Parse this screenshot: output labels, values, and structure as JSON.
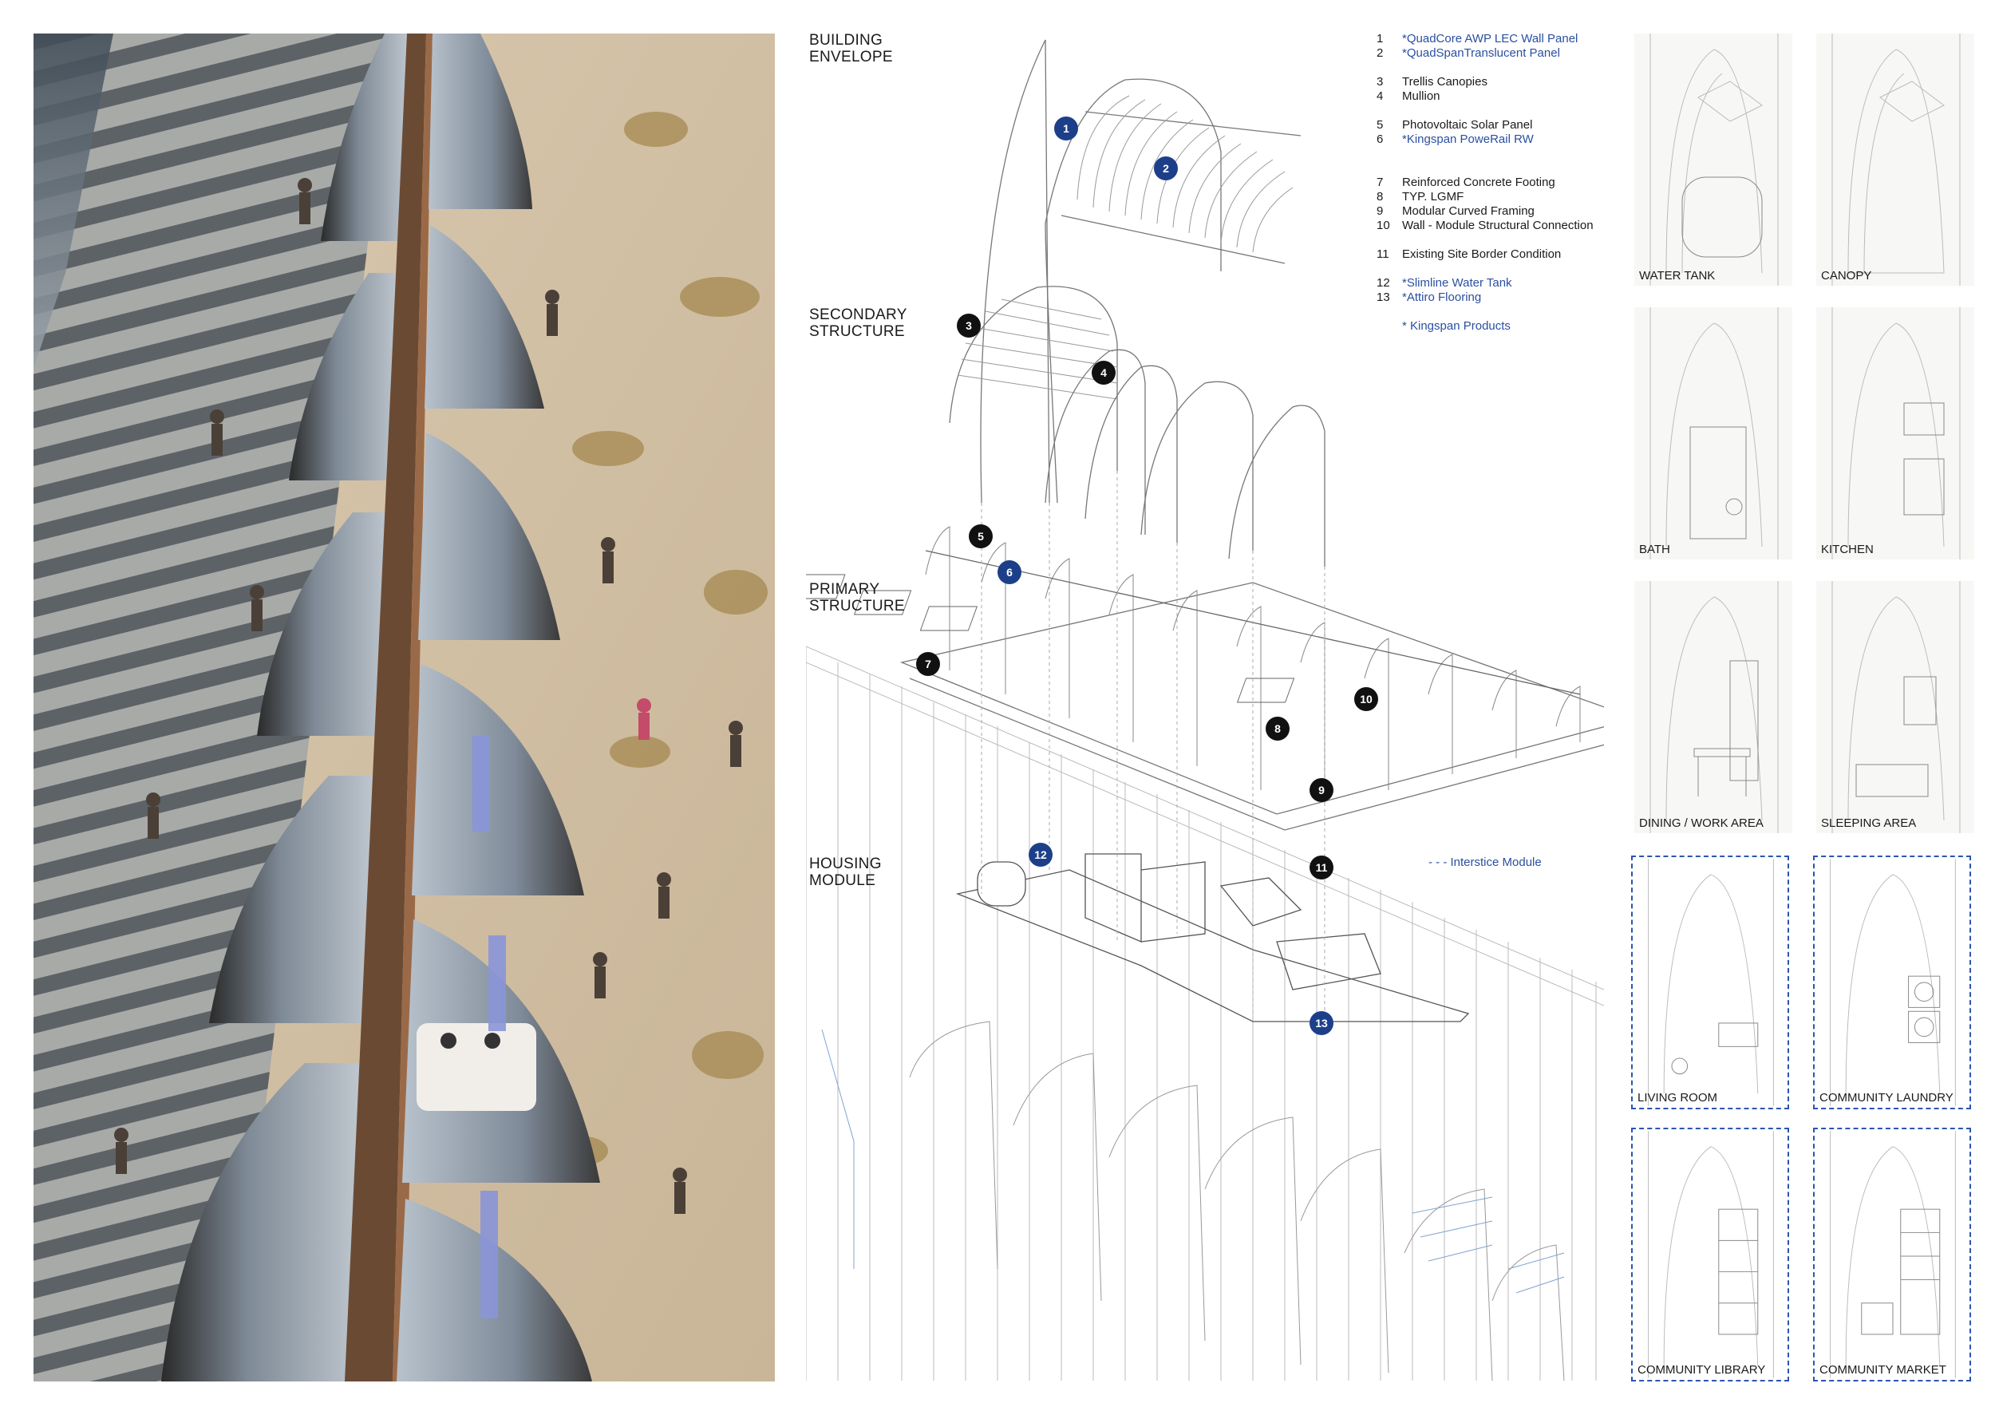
{
  "sections": {
    "building_envelope": "BUILDING\nENVELOPE",
    "secondary_structure": "SECONDARY\nSTRUCTURE",
    "primary_structure": "PRIMARY\nSTRUCTURE",
    "housing_module": "HOUSING\nMODULE"
  },
  "badges": [
    "1",
    "2",
    "3",
    "4",
    "5",
    "6",
    "7",
    "8",
    "9",
    "10",
    "11",
    "12",
    "13"
  ],
  "legend": [
    {
      "num": "1",
      "label": "*QuadCore AWP LEC Wall Panel",
      "kingspan": true
    },
    {
      "num": "2",
      "label": "*QuadSpanTranslucent Panel",
      "kingspan": true
    },
    {
      "num": "3",
      "label": "Trellis Canopies",
      "kingspan": false
    },
    {
      "num": "4",
      "label": "Mullion",
      "kingspan": false
    },
    {
      "num": "5",
      "label": "Photovoltaic Solar Panel",
      "kingspan": false
    },
    {
      "num": "6",
      "label": "*Kingspan PoweRail RW",
      "kingspan": true
    },
    {
      "num": "7",
      "label": "Reinforced Concrete Footing",
      "kingspan": false
    },
    {
      "num": "8",
      "label": "TYP. LGMF",
      "kingspan": false
    },
    {
      "num": "9",
      "label": "Modular Curved Framing",
      "kingspan": false
    },
    {
      "num": "10",
      "label": "Wall - Module Structural Connection",
      "kingspan": false
    },
    {
      "num": "11",
      "label": "Existing Site Border Condition",
      "kingspan": false
    },
    {
      "num": "12",
      "label": "*Slimline Water Tank",
      "kingspan": true
    },
    {
      "num": "13",
      "label": "*Attiro Flooring",
      "kingspan": true
    }
  ],
  "legend_note": "* Kingspan Products",
  "interstice_label": "- - - Interstice Module",
  "thumbnails": [
    {
      "caption": "WATER TANK",
      "dashed": false
    },
    {
      "caption": "CANOPY",
      "dashed": false
    },
    {
      "caption": "BATH",
      "dashed": false
    },
    {
      "caption": "KITCHEN",
      "dashed": false
    },
    {
      "caption": "DINING / WORK AREA",
      "dashed": false
    },
    {
      "caption": "SLEEPING AREA",
      "dashed": false
    },
    {
      "caption": "LIVING ROOM",
      "dashed": true
    },
    {
      "caption": "COMMUNITY LAUNDRY",
      "dashed": true
    },
    {
      "caption": "COMMUNITY LIBRARY",
      "dashed": true
    },
    {
      "caption": "COMMUNITY MARKET",
      "dashed": true
    }
  ],
  "colors": {
    "kingspan_blue": "#2a4fa0",
    "badge_blue": "#1d3f8a",
    "dash_blue": "#2d55b0"
  }
}
